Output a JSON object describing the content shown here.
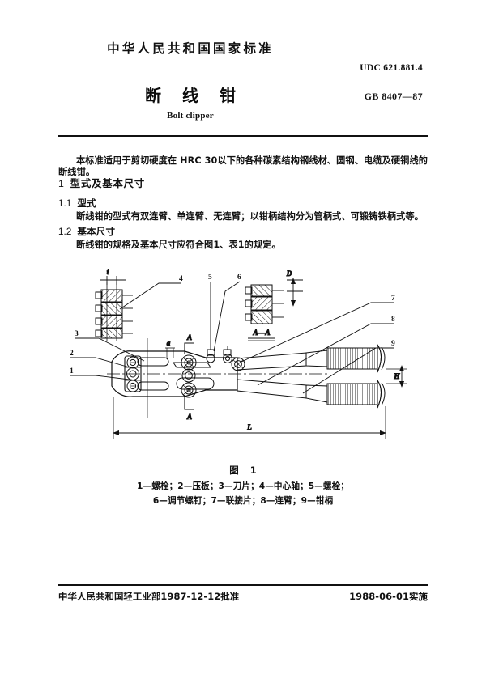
{
  "header": {
    "organization": "中华人民共和国国家标准",
    "udc": "UDC 621.881.4",
    "title_cn": "断线钳",
    "gb_number": "GB 8407—87",
    "title_en": "Bolt clipper"
  },
  "body": {
    "scope": "本标准适用于剪切硬度在 HRC 30以下的各种碳素结构钢线材、圆钢、电缆及硬铜线的断线钳。",
    "section_1_num": "1",
    "section_1_title": "型式及基本尺寸",
    "section_1_1_num": "1.1",
    "section_1_1_title": "型式",
    "section_1_1_text": "断线钳的型式有双连臂、单连臂、无连臂；以钳柄结构分为管柄式、可锻铸铁柄式等。",
    "section_1_2_num": "1.2",
    "section_1_2_title": "基本尺寸",
    "section_1_2_text": "断线钳的规格及基本尺寸应符合图1、表1的规定。"
  },
  "figure": {
    "caption": "图 1",
    "legend_line_1": "1—螺栓；2—压板；3—刀片；4—中心轴；5—螺栓；",
    "legend_line_2": "6—调节螺钉；7—联接片；8—连臂；9—钳柄",
    "callouts": [
      "1",
      "2",
      "3",
      "4",
      "5",
      "6",
      "7",
      "8",
      "9"
    ],
    "dimensions": {
      "thickness": "t",
      "diameter": "D",
      "length": "L",
      "height": "H",
      "gap": "a",
      "section_marker": "A",
      "section_view_label": "A—A"
    }
  },
  "footer": {
    "approval": "中华人民共和国轻工业部1987-12-12批准",
    "implementation": "1988-06-01实施"
  },
  "colors": {
    "ink": "#111111",
    "paper": "#ffffff"
  }
}
